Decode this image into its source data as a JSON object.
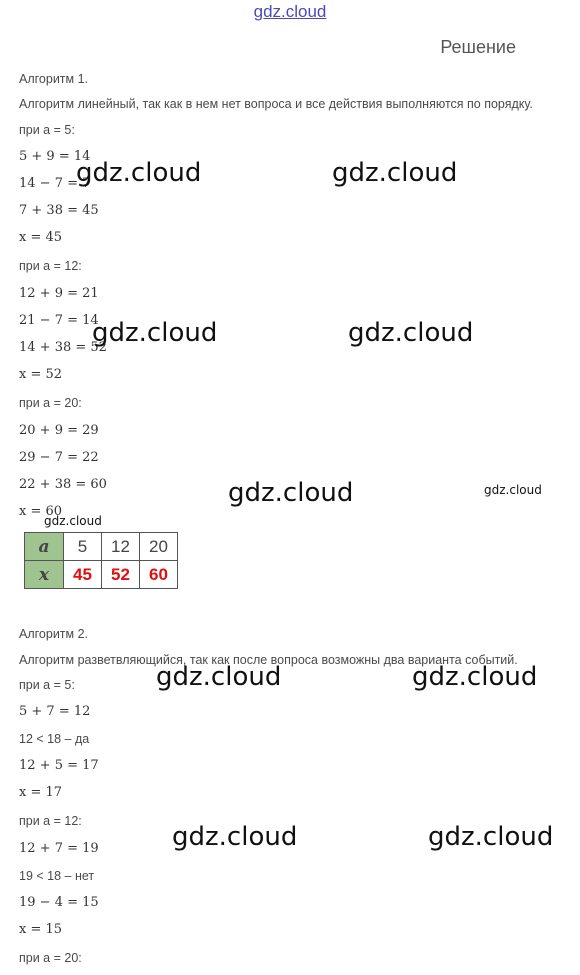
{
  "watermark": "gdz.cloud",
  "heading": "Решение",
  "alg1": {
    "title": "Алгоритм 1.",
    "desc": "Алгоритм линейный, так как в нем нет вопроса и все действия выполняются по порядку.",
    "lines": [
      "при a = 5:",
      "5 + 9 = 14",
      "14 − 7 = 7",
      "7 + 38 = 45",
      "x = 45",
      "при a = 12:",
      "12 + 9 = 21",
      "21 − 7 = 14",
      "14 + 38 = 52",
      "x = 52",
      "при a = 20:",
      "20 + 9 = 29",
      "29 − 7 = 22",
      "22 + 38 = 60",
      "x = 60"
    ]
  },
  "table": {
    "row_a_label": "a",
    "row_x_label": "x",
    "a_values": [
      "5",
      "12",
      "20"
    ],
    "x_values": [
      "45",
      "52",
      "60"
    ]
  },
  "alg2": {
    "title": "Алгоритм 2.",
    "desc": "Алгоритм разветвляющийся, так как после вопроса возможны два варианта событий.",
    "lines": [
      "при a = 5:",
      "5 + 7 = 12",
      "12 < 18 – да",
      "12 + 5 = 17",
      "x = 17",
      "при a = 12:",
      "12 + 7 = 19",
      "19 < 18 – нет",
      "19 − 4 = 15",
      "x = 15",
      "при a = 20:"
    ]
  }
}
